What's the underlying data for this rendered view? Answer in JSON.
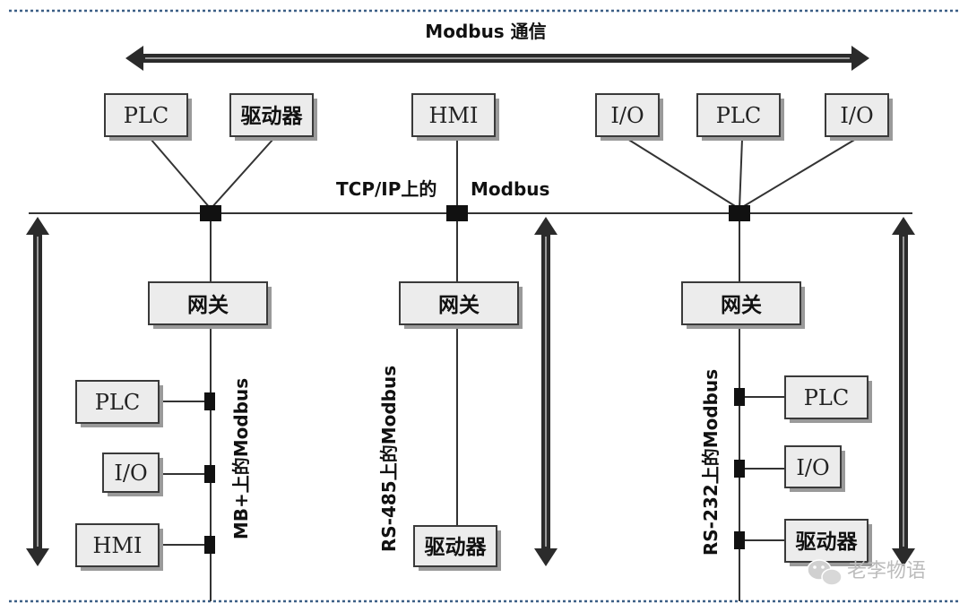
{
  "title": "Modbus 通信",
  "network_labels": {
    "tcp_left": "TCP/IP上的",
    "tcp_right": "Modbus",
    "mb_plus": "MB+上的Modbus",
    "rs485": "RS-485上的Modbus",
    "rs232": "RS-232上的Modbus"
  },
  "top_devices": {
    "left": [
      "PLC",
      "驱动器"
    ],
    "center": [
      "HMI"
    ],
    "right": [
      "I/O",
      "PLC",
      "I/O"
    ]
  },
  "gateways": [
    "网关",
    "网关",
    "网关"
  ],
  "left_branch": [
    "PLC",
    "I/O",
    "HMI"
  ],
  "center_branch": [
    "驱动器"
  ],
  "right_branch": [
    "PLC",
    "I/O",
    "驱动器"
  ],
  "watermark": "老李物语"
}
